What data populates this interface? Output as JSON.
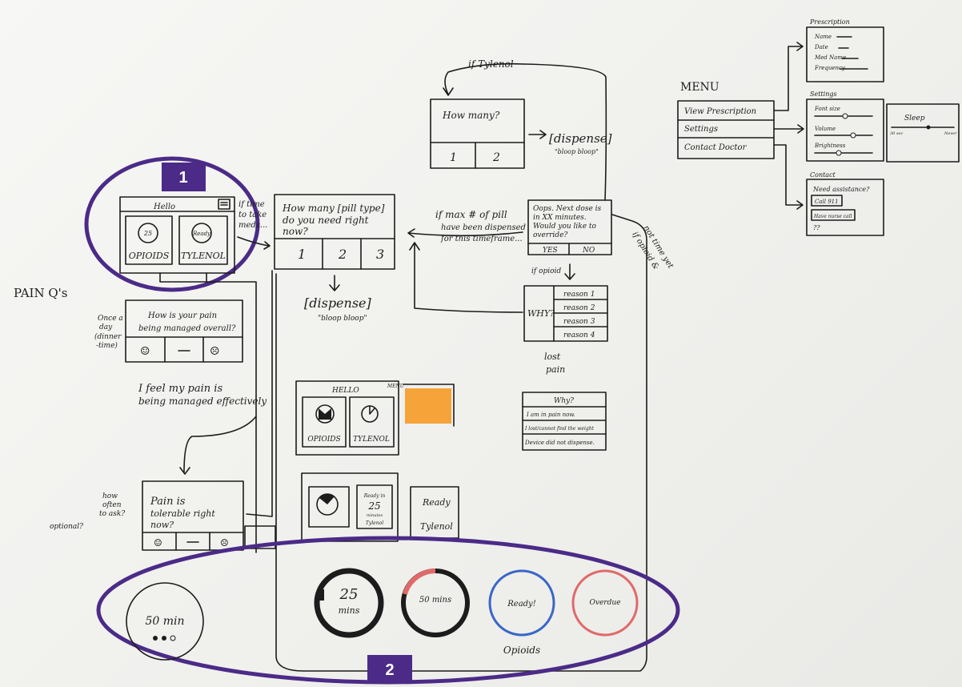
{
  "badges": {
    "one": "1",
    "two": "2"
  },
  "colors": {
    "badge": "#4b2b87",
    "ring": "#4b2b87",
    "ink": "#1c1c1c",
    "sticky": "#f6a33a",
    "blue_ring": "#3a66c8",
    "red_ring": "#e06a6a"
  },
  "menu": {
    "title": "MENU",
    "items": [
      "View Prescription",
      "Settings",
      "Contact Doctor"
    ],
    "prescription": {
      "title": "Prescription",
      "fields": [
        "Name",
        "Date",
        "Med Name",
        "Frequency"
      ]
    },
    "settings": {
      "title": "Settings",
      "fields": [
        "Font size",
        "Volume",
        "Brightness"
      ]
    },
    "sleep": {
      "title": "Sleep",
      "left": "30 sec",
      "right": "Never"
    },
    "contact": {
      "title": "Contact",
      "question": "Need assistance?",
      "buttons": [
        "Call 911",
        "Have nurse call"
      ],
      "extra": "??"
    }
  },
  "home": {
    "hello": "Hello",
    "opioids": "OPIOIDS",
    "tylenol": "TYLENOL",
    "ring_value": "25",
    "ring_caption": "Ready",
    "note": [
      "if time",
      "to take",
      "meds..."
    ]
  },
  "how_many_pill": {
    "question": [
      "How many [pill type]",
      "do you need right",
      "now?"
    ],
    "options": [
      "1",
      "2",
      "3"
    ],
    "dispense": "[dispense]",
    "sound": "\"bloop bloop\""
  },
  "tylenol_flow": {
    "label": "if Tylenol",
    "question": "How many?",
    "options": [
      "1",
      "2"
    ],
    "dispense": "[dispense]",
    "sound": "\"bloop bloop\""
  },
  "max_note": [
    "if max # of pill",
    "have been dispensed",
    "for this timeframe..."
  ],
  "oops": {
    "text": [
      "Oops. Next dose is",
      "in XX minutes.",
      "Would you like to",
      "override?"
    ],
    "yes": "YES",
    "no": "NO",
    "if_opioid": "if opioid",
    "side_note": [
      "if opioid &",
      "not time yet"
    ]
  },
  "why_reasons": {
    "label": "WHY?",
    "reasons": [
      "reason 1",
      "reason 2",
      "reason 3",
      "reason 4"
    ],
    "lost_pain": [
      "lost",
      "pain"
    ]
  },
  "why_list": {
    "title": "Why?",
    "items": [
      "I am in pain now.",
      "I lost/cannot find the weight",
      "Device did not dispense."
    ]
  },
  "pain_qs": {
    "title": "PAIN Q's",
    "freq": [
      "Once a",
      "day",
      "(dinner",
      "-time)"
    ],
    "daily_q": [
      "How is your pain",
      "being managed overall?"
    ],
    "statement": [
      "I feel my pain is",
      "being managed effectively"
    ],
    "how_often": [
      "how",
      "often",
      "to ask?"
    ],
    "optional": "optional?",
    "tolerable": [
      "Pain is",
      "tolerable right",
      "now?"
    ]
  },
  "hello2": {
    "title": "HELLO",
    "menu": "MENU",
    "opioids": "OPIOIDS",
    "tylenol": "TYLENOL"
  },
  "ready_card": {
    "ready_in": "Ready in",
    "value": "25",
    "minutes": "minutes",
    "name": "Tylenol",
    "ready": "Ready",
    "ready_name": "Tylenol"
  },
  "timers": {
    "left": {
      "value": "50 min"
    },
    "t25": {
      "value": "25",
      "unit": "mins"
    },
    "t50": "50 mins",
    "ready": "Ready!",
    "overdue": "Overdue",
    "opioids": "Opioids"
  }
}
